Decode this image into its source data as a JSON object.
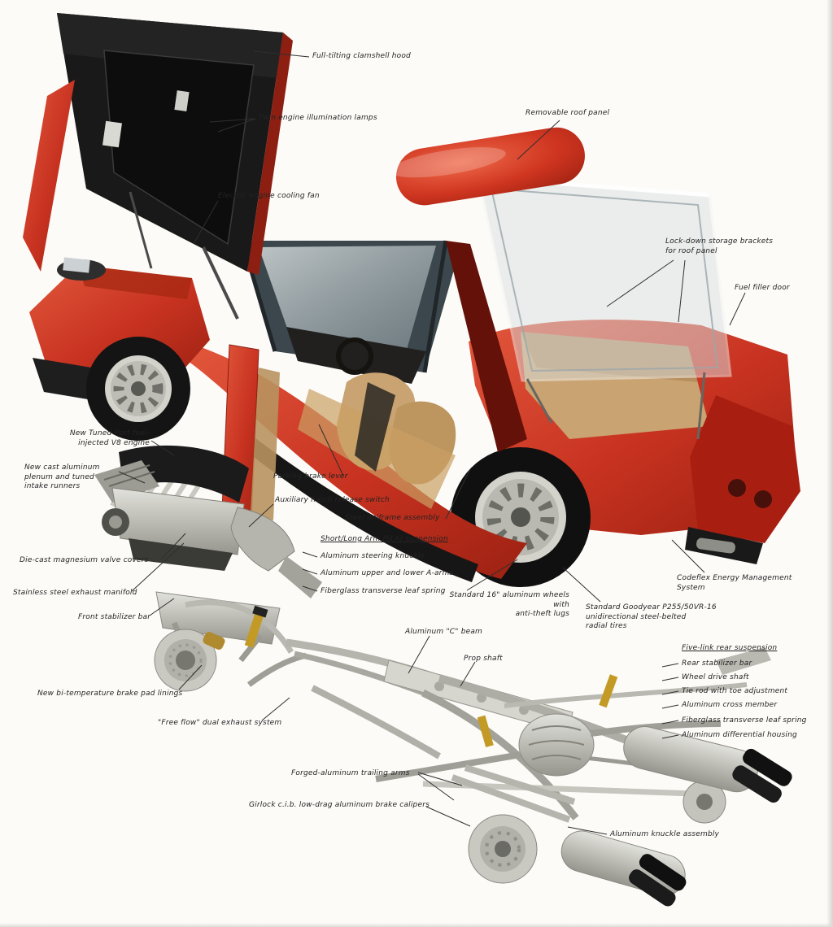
{
  "callouts": {
    "clamshell_hood": "Full-tilting clamshell hood",
    "illumination_lamps": "Twin engine illumination lamps",
    "roof_panel": "Removable roof panel",
    "cooling_fan": "Electric engine cooling fan",
    "storage_brackets": "Lock-down storage brackets\nfor roof panel",
    "fuel_filler": "Fuel filler door",
    "v8_engine": "New Tuned-Port fuel-\ninjected V8 engine",
    "intake_runners": "New cast aluminum\nplenum and tuned\nintake runners",
    "parking_brake": "Parking brake lever",
    "hatch_release": "Auxiliary hatch release switch",
    "uniframe": "Steel uniframe assembly",
    "sla_suspension": "Short/Long Arm (SLA) suspension",
    "steering_knuckle": "Aluminum steering knuckle",
    "a_arms": "Aluminum upper and lower A-arms",
    "front_leaf_spring": "Fiberglass transverse leaf spring",
    "valve_covers": "Die-cast magnesium valve covers",
    "exhaust_manifold": "Stainless steel exhaust manifold",
    "front_stabilizer": "Front stabilizer bar",
    "wheels": "Standard 16\" aluminum wheels with\nanti-theft lugs",
    "tires": "Standard Goodyear P255/50VR-16\nunidirectional steel-belted\nradial tires",
    "energy_mgmt": "Codeflex Energy Management\nSystem",
    "c_beam": "Aluminum \"C\" beam",
    "prop_shaft": "Prop shaft",
    "five_link": "Five-link rear suspension",
    "rear_stabilizer": "Rear stabilizer bar",
    "drive_shaft": "Wheel drive shaft",
    "tie_rod": "Tie rod with toe adjustment",
    "cross_member": "Aluminum cross member",
    "rear_leaf_spring": "Fiberglass transverse leaf spring",
    "diff_housing": "Aluminum differential housing",
    "brake_pads": "New bi-temperature brake pad linings",
    "exhaust_system": "\"Free flow\" dual exhaust system",
    "trailing_arms": "Forged-aluminum trailing arms",
    "brake_calipers": "Girlock c.i.b. low-drag aluminum brake calipers",
    "knuckle_assembly": "Aluminum knuckle assembly"
  },
  "colors": {
    "body_red": "#c73220",
    "roof_red": "#cf3520",
    "interior_tan": "#c9a371",
    "hood_black": "#191919",
    "chassis_silver": "#b5b5ad",
    "background": "#fcfbf8",
    "label_ink": "#232323"
  }
}
